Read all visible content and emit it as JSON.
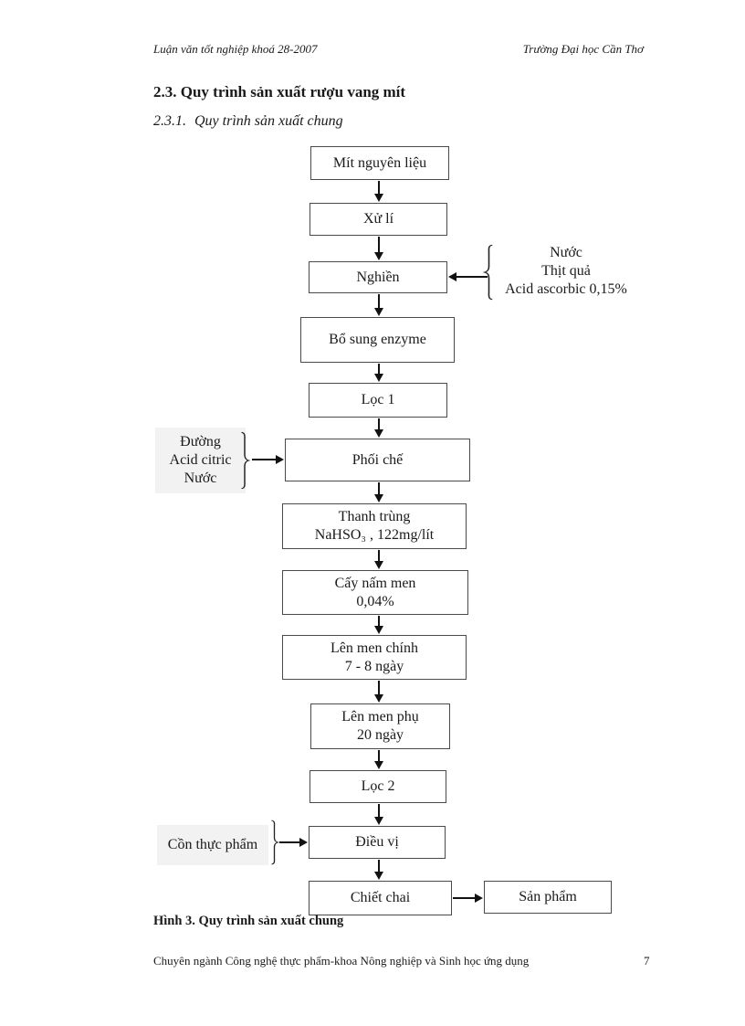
{
  "page": {
    "header_left": "Luận văn tốt nghiệp khoá 28-2007",
    "header_right": "Trường Đại học Cần Thơ",
    "footer_left": "Chuyên ngành Công nghệ thực phẩm-khoa Nông nghiệp và Sinh học ứng dụng",
    "page_number": "7"
  },
  "content": {
    "section_heading": "2.3. Quy trình sản xuất rượu vang mít",
    "subsection_number": "2.3.1.",
    "subsection_title": "Quy trình sản xuất chung",
    "figure_caption": "Hình 3. Quy trình sản xuất chung"
  },
  "colors": {
    "text": "#1a1a1a",
    "box_border": "#4a4a4a",
    "annotation_background": "#f2f2f2"
  },
  "flowchart": {
    "boxes": [
      {
        "id": "mit-nguyen-lieu",
        "lines": [
          "Mít nguyên liệu"
        ]
      },
      {
        "id": "xu-li",
        "lines": [
          "Xử lí"
        ]
      },
      {
        "id": "nghien",
        "lines": [
          "Nghiền"
        ]
      },
      {
        "id": "bo-sung-enzyme",
        "lines": [
          "Bổ sung enzyme"
        ]
      },
      {
        "id": "loc-1",
        "lines": [
          "Lọc 1"
        ]
      },
      {
        "id": "phoi-che",
        "lines": [
          "Phối chế"
        ]
      },
      {
        "id": "thanh-trung",
        "lines": [
          "Thanh trùng",
          "NaHSO₃ , 122mg/lít"
        ]
      },
      {
        "id": "cay-nam-men",
        "lines": [
          "Cấy nấm men",
          "0,04%"
        ]
      },
      {
        "id": "len-men-chinh",
        "lines": [
          "Lên men chính",
          "7 - 8 ngày"
        ]
      },
      {
        "id": "len-men-phu",
        "lines": [
          "Lên men phụ",
          "20 ngày"
        ]
      },
      {
        "id": "loc-2",
        "lines": [
          "Lọc 2"
        ]
      },
      {
        "id": "dieu-vi",
        "lines": [
          "Điều vị"
        ]
      },
      {
        "id": "chiet-chai",
        "lines": [
          "Chiết chai"
        ]
      },
      {
        "id": "san-pham",
        "lines": [
          "Sản phẩm"
        ]
      }
    ],
    "annotations": [
      {
        "id": "nghien-inputs",
        "lines": [
          "Nước",
          "Thịt quả",
          "Acid ascorbic 0,15%"
        ]
      },
      {
        "id": "phoi-che-inputs",
        "lines": [
          "Đường",
          "Acid citric",
          "Nước"
        ]
      },
      {
        "id": "dieu-vi-inputs",
        "lines": [
          "Cồn thực phẩm"
        ]
      }
    ]
  }
}
